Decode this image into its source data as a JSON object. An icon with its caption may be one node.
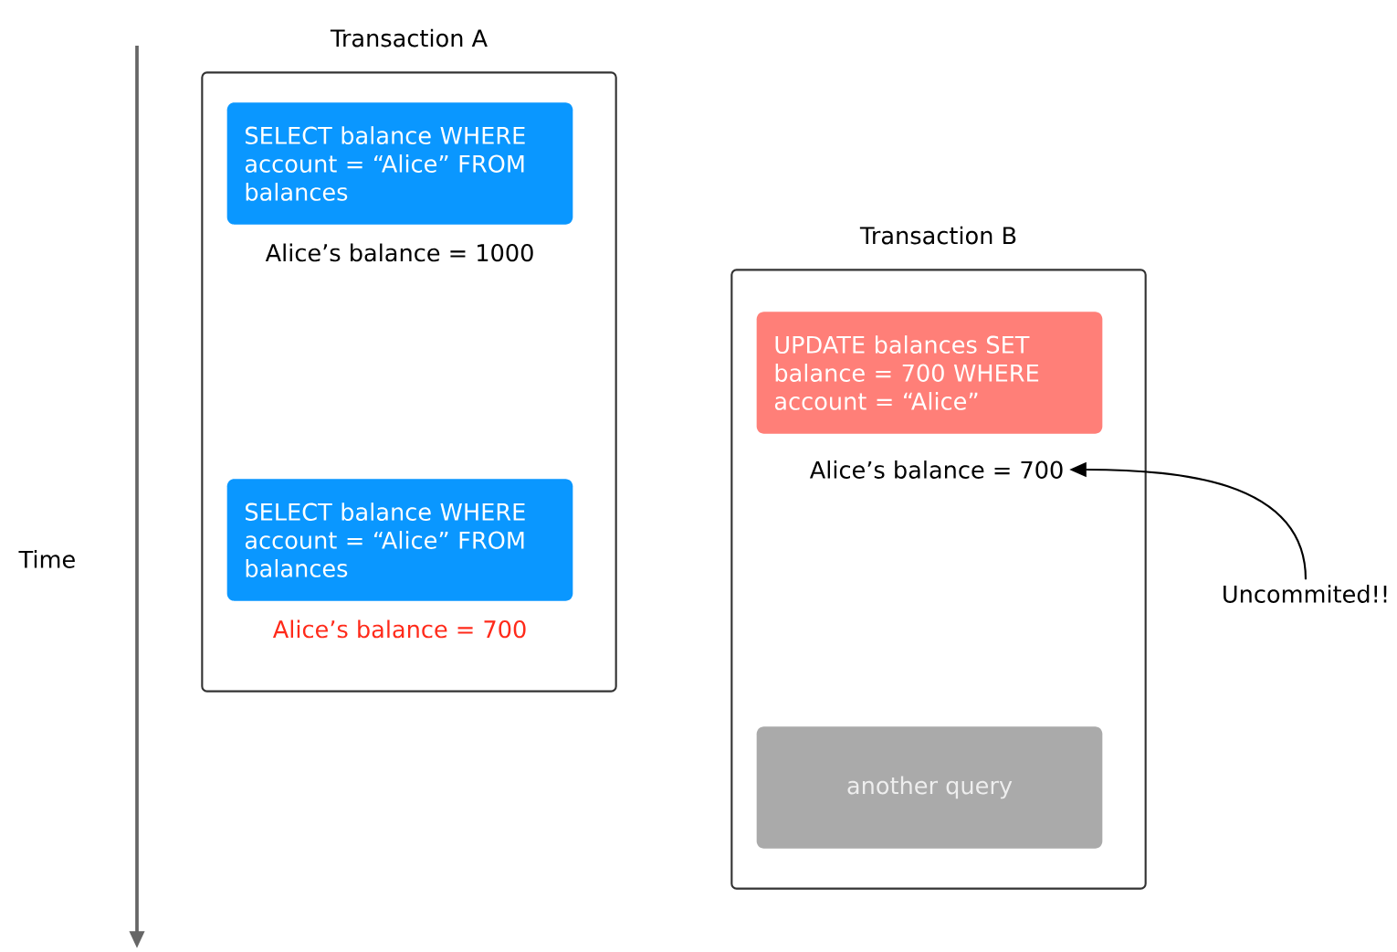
{
  "diagram": {
    "nodes": [
      {
        "text": [
          "Transaction A"
        ]
      },
      {
        "text": [
          "SELECT balance WHERE account = “Alice” FROM balances"
        ],
        "beside": [
          "Alice’s balance = 1000"
        ],
        "in": 0
      },
      {
        "text": [
          "SELECT balance WHERE account = “Alice” FROM balances"
        ],
        "beside": [
          "Alice’s balance = 700"
        ],
        "in": 0
      },
      {
        "text": [
          "Transaction B"
        ]
      },
      {
        "text": [
          "UPDATE balances SET balance = 700 WHERE account = “Alice”"
        ],
        "in": 3
      },
      {
        "text": [
          "Alice’s balance = 700"
        ],
        "in": 3
      },
      {
        "text": [
          "another query"
        ],
        "in": 3
      },
      {
        "text": [
          "Uncommited!!"
        ]
      }
    ],
    "edges": [
      {
        "from": 7,
        "to": 5,
        "arrow": "to"
      }
    ],
    "labels": [
      "Time"
    ]
  }
}
